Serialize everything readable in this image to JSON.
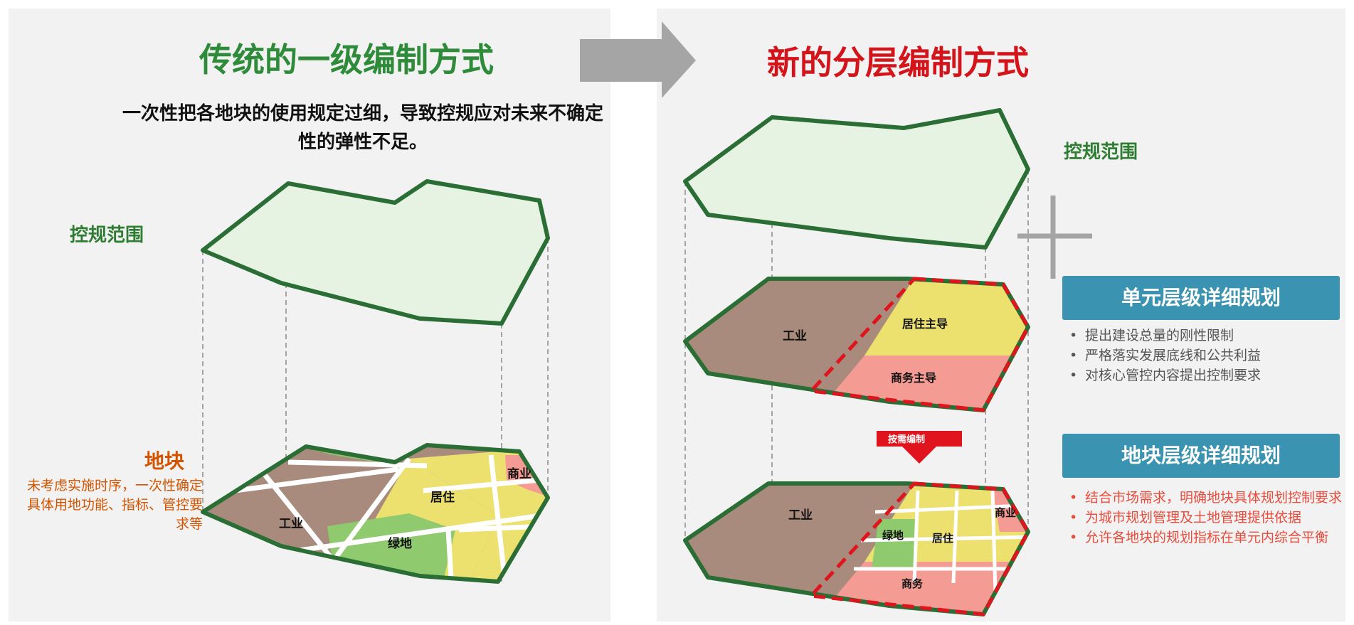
{
  "left": {
    "title": "传统的一级编制方式",
    "subtitle": "一次性把各地块的使用规定过细，导致控规应对未来不确定性的弹性不足。",
    "scope_label": "控规范围",
    "plot_heading": "地块",
    "plot_description": "未考虑实施时序，一次性确定具体用地功能、指标、管控要求等",
    "zones": [
      "工业",
      "居住",
      "绿地",
      "商业"
    ]
  },
  "right": {
    "title": "新的分层编制方式",
    "scope_label": "控规范围",
    "unit_layer_zones": [
      "工业",
      "居住主导",
      "商务主导"
    ],
    "arrow_label": "按需编制",
    "plot_layer_zones": [
      "工业",
      "绿地",
      "居住",
      "商务",
      "商业"
    ],
    "unit_banner": "单元层级详细规划",
    "unit_points": [
      "提出建设总量的刚性限制",
      "严格落实发展底线和公共利益",
      "对核心管控内容提出控制要求"
    ],
    "plot_banner": "地块层级详细规划",
    "plot_points": [
      "结合市场需求，明确地块具体规划控制要求",
      "为城市规划管理及土地管理提供依据",
      "允许各地块的规划指标在单元内综合平衡"
    ]
  },
  "colors": {
    "outline_green": "#2b6e35",
    "scope_fill": "#e6f3e3",
    "industrial": "#a88b7c",
    "residential": "#ece16e",
    "green_space": "#8fca6e",
    "commercial": "#f49b94",
    "commercial_dark": "#e14f55",
    "red_dash": "#e0141c",
    "banner": "#3a93b1"
  }
}
